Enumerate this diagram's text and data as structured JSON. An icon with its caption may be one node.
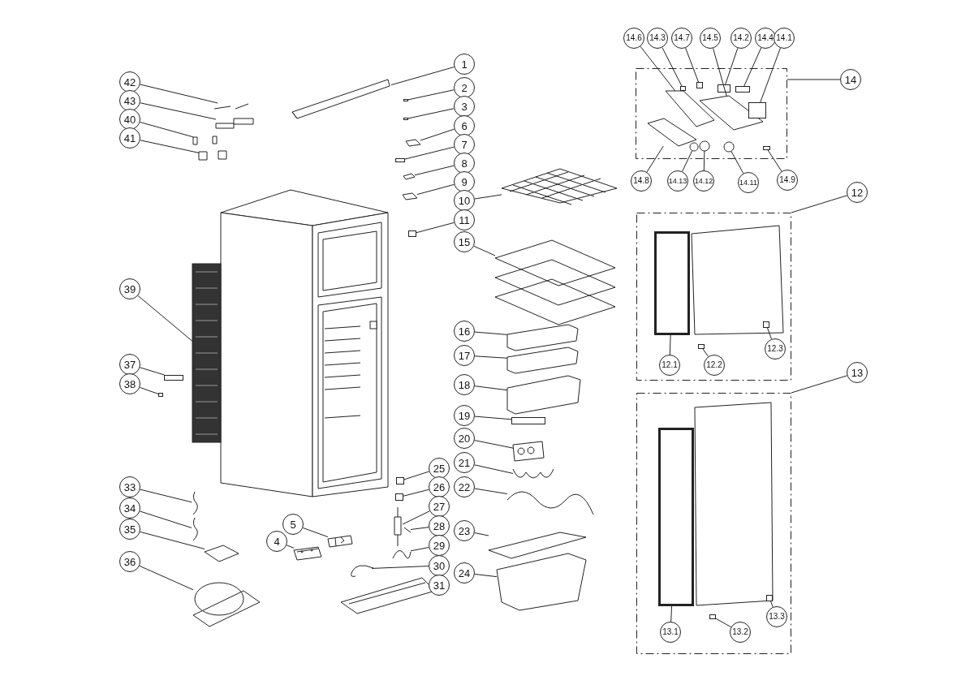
{
  "diagram": {
    "nodes": [
      {
        "text": [
          "1"
        ]
      },
      {
        "text": [
          "2"
        ]
      },
      {
        "text": [
          "3"
        ]
      },
      {
        "text": [
          "6"
        ]
      },
      {
        "text": [
          "7"
        ]
      },
      {
        "text": [
          "8"
        ]
      },
      {
        "text": [
          "9"
        ]
      },
      {
        "text": [
          "10"
        ]
      },
      {
        "text": [
          "11"
        ]
      },
      {
        "text": [
          "15"
        ]
      },
      {
        "text": [
          "16"
        ]
      },
      {
        "text": [
          "17"
        ]
      },
      {
        "text": [
          "18"
        ]
      },
      {
        "text": [
          "19"
        ]
      },
      {
        "text": [
          "20"
        ]
      },
      {
        "text": [
          "21"
        ]
      },
      {
        "text": [
          "22"
        ]
      },
      {
        "text": [
          "23"
        ]
      },
      {
        "text": [
          "24"
        ]
      },
      {
        "text": [
          "25"
        ]
      },
      {
        "text": [
          "26"
        ]
      },
      {
        "text": [
          "27"
        ]
      },
      {
        "text": [
          "28"
        ]
      },
      {
        "text": [
          "29"
        ]
      },
      {
        "text": [
          "30"
        ]
      },
      {
        "text": [
          "31"
        ]
      },
      {
        "text": [
          "5"
        ]
      },
      {
        "text": [
          "4"
        ]
      },
      {
        "text": [
          "42"
        ]
      },
      {
        "text": [
          "43"
        ]
      },
      {
        "text": [
          "40"
        ]
      },
      {
        "text": [
          "41"
        ]
      },
      {
        "text": [
          "39"
        ]
      },
      {
        "text": [
          "37"
        ]
      },
      {
        "text": [
          "38"
        ]
      },
      {
        "text": [
          "33"
        ]
      },
      {
        "text": [
          "34"
        ]
      },
      {
        "text": [
          "35"
        ]
      },
      {
        "text": [
          "36"
        ]
      },
      {
        "text": [
          "14"
        ]
      },
      {
        "text": [],
        "shape": "box"
      },
      {
        "text": [
          "14.6"
        ]
      },
      {
        "text": [
          "14.3"
        ]
      },
      {
        "text": [
          "14.7"
        ]
      },
      {
        "text": [
          "14.5"
        ]
      },
      {
        "text": [
          "14.2"
        ]
      },
      {
        "text": [
          "14.4"
        ]
      },
      {
        "text": [
          "14.1"
        ]
      },
      {
        "text": [
          "14.8"
        ]
      },
      {
        "text": [
          "14.13"
        ]
      },
      {
        "text": [
          "14.12"
        ]
      },
      {
        "text": [
          "14.11"
        ]
      },
      {
        "text": [
          "14.9"
        ]
      },
      {
        "text": [
          "12"
        ]
      },
      {
        "text": [],
        "shape": "box"
      },
      {
        "text": [
          "12.1"
        ],
        "in": 54
      },
      {
        "text": [
          "12.2"
        ],
        "in": 54
      },
      {
        "text": [
          "12.3"
        ],
        "in": 54
      },
      {
        "text": [
          "13"
        ]
      },
      {
        "text": [],
        "shape": "box"
      },
      {
        "text": [
          "13.1"
        ],
        "in": 59
      },
      {
        "text": [
          "13.2"
        ],
        "in": 59
      },
      {
        "text": [
          "13.3"
        ],
        "in": 59
      },
      {
        "text": [],
        "shape": "picture"
      },
      {
        "text": [],
        "shape": "box"
      },
      {
        "text": [],
        "shape": "box"
      },
      {
        "text": [],
        "shape": "picture"
      },
      {
        "text": [],
        "shape": "box"
      },
      {
        "text": [],
        "shape": "picture"
      },
      {
        "text": [],
        "shape": "picture"
      },
      {
        "text": [],
        "shape": "picture"
      },
      {
        "text": [],
        "shape": "box"
      },
      {
        "text": [],
        "shape": "picture"
      },
      {
        "text": [],
        "shape": "picture"
      },
      {
        "text": [],
        "shape": "picture"
      },
      {
        "text": [],
        "shape": "picture"
      },
      {
        "text": [],
        "shape": "box"
      },
      {
        "text": [],
        "shape": "picture"
      },
      {
        "text": [],
        "shape": "picture"
      },
      {
        "text": [],
        "shape": "picture"
      },
      {
        "text": [],
        "shape": "picture"
      },
      {
        "text": [],
        "shape": "picture"
      },
      {
        "text": [],
        "shape": "box"
      },
      {
        "text": [],
        "shape": "box"
      },
      {
        "text": [],
        "shape": "picture"
      },
      {
        "text": [],
        "shape": "picture"
      },
      {
        "text": [],
        "shape": "picture"
      },
      {
        "text": [],
        "shape": "picture"
      },
      {
        "text": [],
        "shape": "picture"
      },
      {
        "text": [],
        "shape": "picture"
      },
      {
        "text": [],
        "shape": "picture"
      },
      {
        "text": [],
        "shape": "picture"
      },
      {
        "text": [],
        "shape": "picture"
      },
      {
        "text": [],
        "shape": "picture"
      },
      {
        "text": [],
        "shape": "picture"
      },
      {
        "text": [],
        "shape": "picture"
      },
      {
        "text": [],
        "shape": "box"
      },
      {
        "text": [],
        "shape": "box"
      },
      {
        "text": [],
        "shape": "picture"
      },
      {
        "text": [],
        "shape": "picture"
      },
      {
        "text": [],
        "shape": "picture"
      },
      {
        "text": [],
        "shape": "picture"
      },
      {
        "text": [],
        "shape": "picture",
        "in": 40
      },
      {
        "text": [],
        "shape": "box",
        "in": 40
      },
      {
        "text": [],
        "shape": "box",
        "in": 40
      },
      {
        "text": [],
        "shape": "picture",
        "in": 40
      },
      {
        "text": [],
        "shape": "box",
        "in": 40
      },
      {
        "text": [],
        "shape": "box",
        "in": 40
      },
      {
        "text": [],
        "shape": "box",
        "in": 40
      },
      {
        "text": [],
        "shape": "picture",
        "in": 40
      },
      {
        "text": [],
        "shape": "circle",
        "in": 40
      },
      {
        "text": [],
        "shape": "circle",
        "in": 40
      },
      {
        "text": [],
        "shape": "circle",
        "in": 40
      },
      {
        "text": [],
        "shape": "box",
        "in": 40
      },
      {
        "text": [],
        "shape": "box",
        "in": 54
      },
      {
        "text": [],
        "shape": "box",
        "in": 54
      },
      {
        "text": [],
        "shape": "box",
        "in": 54
      },
      {
        "text": [],
        "shape": "box",
        "in": 59
      },
      {
        "text": [],
        "shape": "box",
        "in": 59
      },
      {
        "text": [],
        "shape": "box",
        "in": 59
      }
    ],
    "edges": [
      {
        "from": 0,
        "to": 63,
        "arrow": "none"
      },
      {
        "from": 1,
        "to": 64,
        "arrow": "none"
      },
      {
        "from": 2,
        "to": 65,
        "arrow": "none"
      },
      {
        "from": 3,
        "to": 66,
        "arrow": "none"
      },
      {
        "from": 4,
        "to": 67,
        "arrow": "none"
      },
      {
        "from": 5,
        "to": 68,
        "arrow": "none"
      },
      {
        "from": 6,
        "to": 69,
        "arrow": "none"
      },
      {
        "from": 7,
        "to": 70,
        "arrow": "none"
      },
      {
        "from": 8,
        "to": 71,
        "arrow": "none"
      },
      {
        "from": 9,
        "to": 72,
        "arrow": "none"
      },
      {
        "from": 10,
        "to": 73,
        "arrow": "none"
      },
      {
        "from": 11,
        "to": 74,
        "arrow": "none"
      },
      {
        "from": 12,
        "to": 75,
        "arrow": "none"
      },
      {
        "from": 13,
        "to": 76,
        "arrow": "none"
      },
      {
        "from": 14,
        "to": 77,
        "arrow": "none"
      },
      {
        "from": 15,
        "to": 78,
        "arrow": "none"
      },
      {
        "from": 16,
        "to": 79,
        "arrow": "none"
      },
      {
        "from": 17,
        "to": 80,
        "arrow": "none"
      },
      {
        "from": 18,
        "to": 81,
        "arrow": "none"
      },
      {
        "from": 19,
        "to": 82,
        "arrow": "none"
      },
      {
        "from": 20,
        "to": 83,
        "arrow": "none"
      },
      {
        "from": 21,
        "to": 84,
        "arrow": "none"
      },
      {
        "from": 22,
        "to": 85,
        "arrow": "none"
      },
      {
        "from": 23,
        "to": 86,
        "arrow": "none"
      },
      {
        "from": 24,
        "to": 87,
        "arrow": "none"
      },
      {
        "from": 25,
        "to": 88,
        "arrow": "none"
      },
      {
        "from": 26,
        "to": 89,
        "arrow": "none"
      },
      {
        "from": 27,
        "to": 90,
        "arrow": "none"
      },
      {
        "from": 28,
        "to": 91,
        "arrow": "none"
      },
      {
        "from": 29,
        "to": 92,
        "arrow": "none"
      },
      {
        "from": 30,
        "to": 93,
        "arrow": "none"
      },
      {
        "from": 31,
        "to": 94,
        "arrow": "none"
      },
      {
        "from": 32,
        "to": 95,
        "arrow": "none"
      },
      {
        "from": 33,
        "to": 96,
        "arrow": "none"
      },
      {
        "from": 34,
        "to": 97,
        "arrow": "none"
      },
      {
        "from": 35,
        "to": 98,
        "arrow": "none"
      },
      {
        "from": 36,
        "to": 99,
        "arrow": "none"
      },
      {
        "from": 37,
        "to": 100,
        "arrow": "none"
      },
      {
        "from": 38,
        "to": 101,
        "arrow": "none"
      },
      {
        "from": 39,
        "to": 40,
        "arrow": "none"
      },
      {
        "from": 41,
        "to": 102,
        "arrow": "none"
      },
      {
        "from": 42,
        "to": 103,
        "arrow": "none"
      },
      {
        "from": 43,
        "to": 104,
        "arrow": "none"
      },
      {
        "from": 44,
        "to": 105,
        "arrow": "none"
      },
      {
        "from": 45,
        "to": 106,
        "arrow": "none"
      },
      {
        "from": 46,
        "to": 107,
        "arrow": "none"
      },
      {
        "from": 47,
        "to": 108,
        "arrow": "none"
      },
      {
        "from": 48,
        "to": 109,
        "arrow": "none"
      },
      {
        "from": 49,
        "to": 110,
        "arrow": "none"
      },
      {
        "from": 50,
        "to": 111,
        "arrow": "none"
      },
      {
        "from": 51,
        "to": 112,
        "arrow": "none"
      },
      {
        "from": 52,
        "to": 113,
        "arrow": "none"
      },
      {
        "from": 53,
        "to": 54,
        "arrow": "none"
      },
      {
        "from": 55,
        "to": 114,
        "arrow": "none"
      },
      {
        "from": 56,
        "to": 115,
        "arrow": "none"
      },
      {
        "from": 57,
        "to": 116,
        "arrow": "none"
      },
      {
        "from": 58,
        "to": 59,
        "arrow": "none"
      },
      {
        "from": 60,
        "to": 117,
        "arrow": "none"
      },
      {
        "from": 61,
        "to": 118,
        "arrow": "none"
      },
      {
        "from": 62,
        "to": 119,
        "arrow": "none"
      }
    ]
  }
}
